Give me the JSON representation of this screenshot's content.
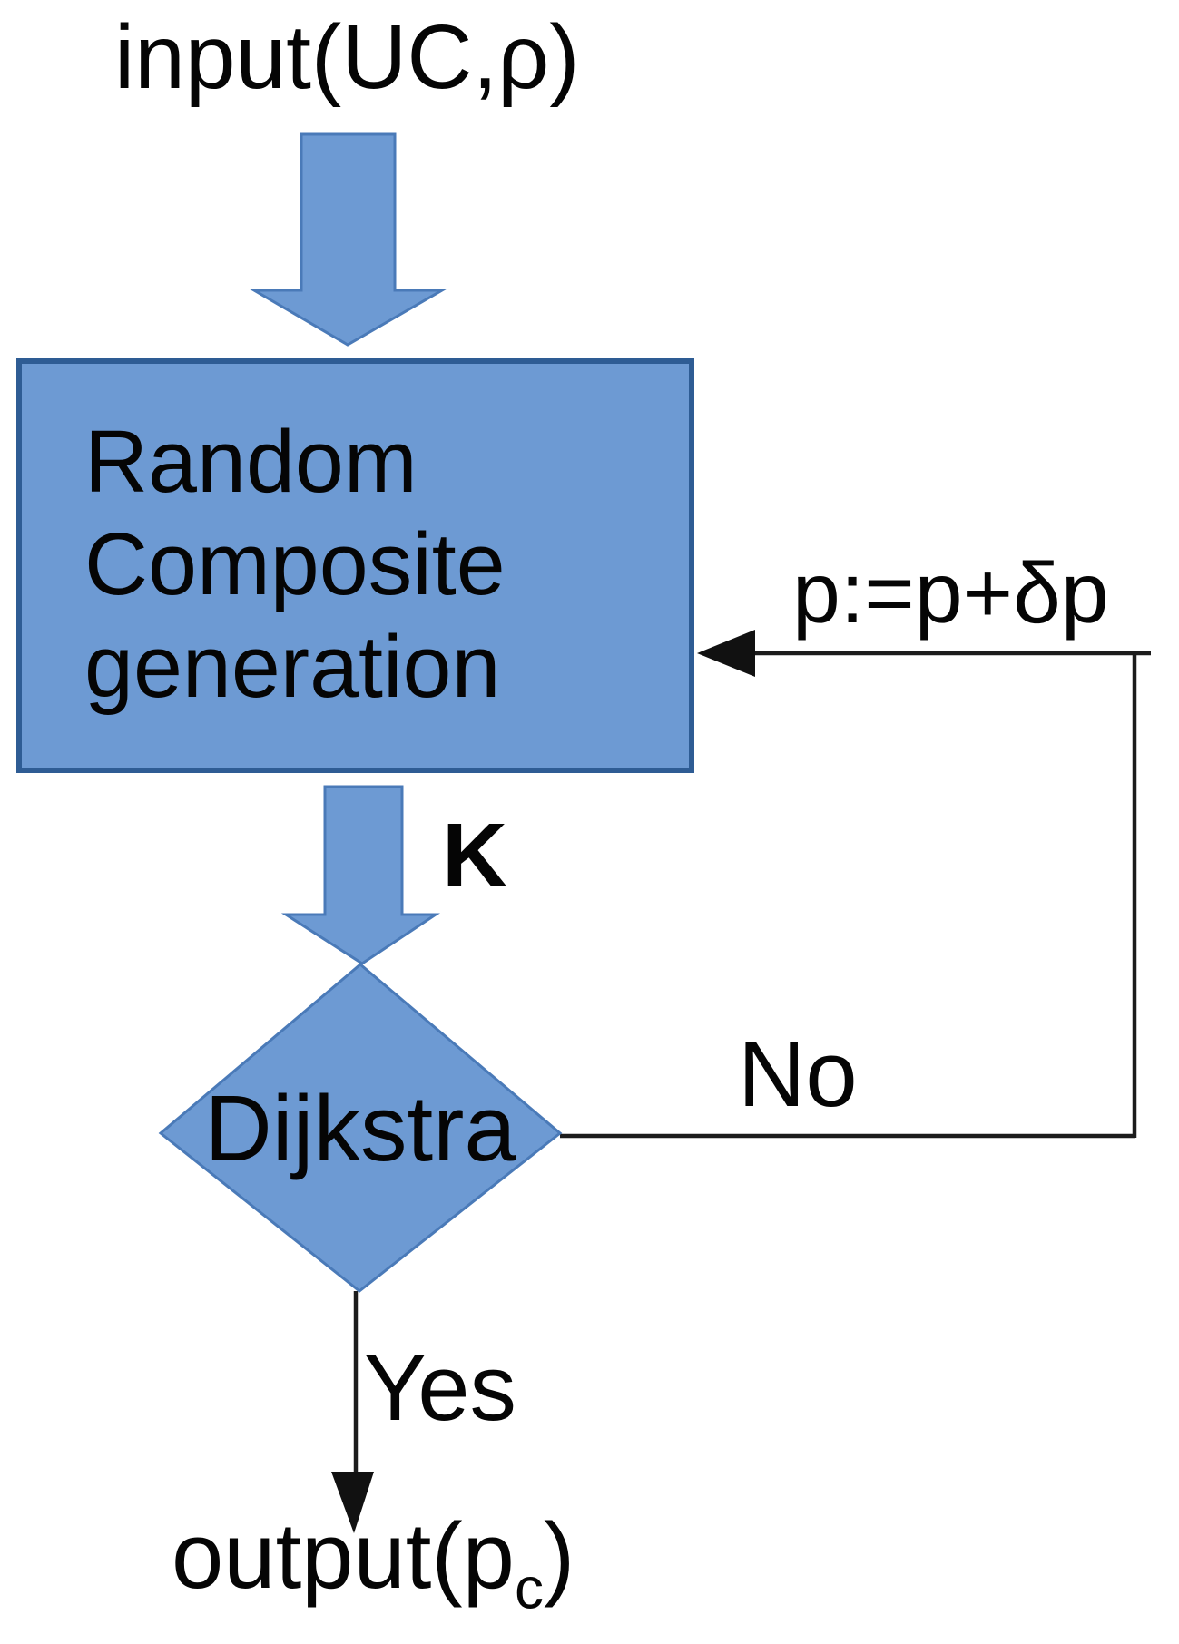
{
  "diagram": {
    "title": "flowchart",
    "colors": {
      "shape_fill": "#6d9ad3",
      "rect_border": "#2e5c94",
      "arrow_border": "#4a7ab8",
      "line": "#1c1c1c",
      "text": "#050505"
    },
    "nodes": {
      "input_label": "input(UC,ρ)",
      "process_box_label": "Random\nComposite\ngeneration",
      "k_label": "K",
      "decision_label": "Dijkstra",
      "loop_increment_label": "p:=p+δp",
      "no_label": "No",
      "yes_label": "Yes",
      "output_label_main": "output(p",
      "output_label_sub": "c",
      "output_label_close": ")"
    }
  }
}
